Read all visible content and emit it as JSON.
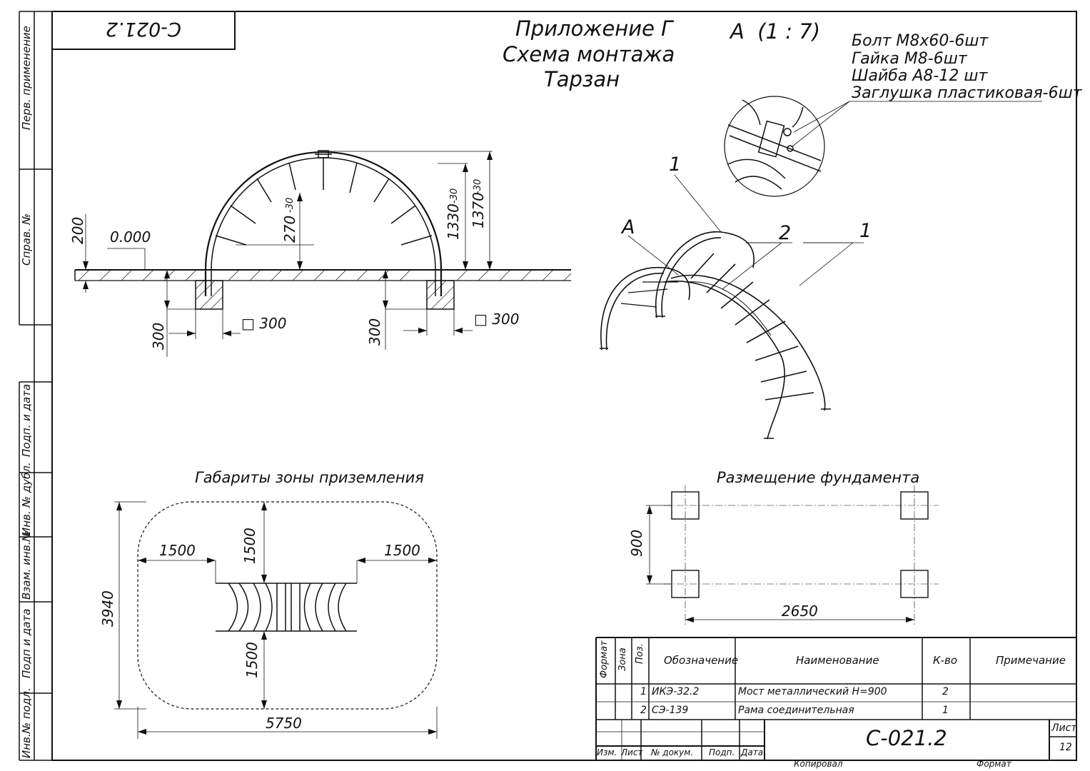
{
  "sheet": {
    "code_rotated": "С-021.2",
    "title_lines": [
      "Приложение Г",
      "Схема монтажа",
      "Тарзан"
    ],
    "detail_label": "А  (1 : 7)"
  },
  "side_strip": {
    "labels": [
      "Перв. применение",
      "Справ. №",
      "Подп. и дата",
      "Инв. № дубл.",
      "Взам. инв.№",
      "Подп и дата",
      "Инв.№ подл."
    ]
  },
  "hardware": {
    "items": [
      "Болт М8х60-6шт",
      "Гайка М8-6шт",
      "Шайба А8-12 шт",
      "Заглушка пластиковая-6шт"
    ]
  },
  "elevation": {
    "dim_200": "200",
    "level": "0.000",
    "dim_270": "270",
    "tol_270": "-30",
    "dim_1330": "1330",
    "tol_1330": "-30",
    "dim_1370": "1370",
    "tol_1370": "-30",
    "dim_300_left": "300",
    "square_300_left": "□ 300",
    "dim_300_right": "300",
    "square_300_right": "□ 300"
  },
  "iso": {
    "pos_1_top": "1",
    "pos_2": "2",
    "pos_1_right": "1",
    "label_a": "А"
  },
  "landing_zone": {
    "title": "Габариты зоны приземления",
    "dim_left": "1500",
    "dim_top": "1500",
    "dim_right": "1500",
    "dim_bottom": "1500",
    "dim_height": "3940",
    "dim_width": "5750"
  },
  "foundation": {
    "title": "Размещение фундамента",
    "dim_900": "900",
    "dim_2650": "2650"
  },
  "spec_table": {
    "headers": [
      "Формат",
      "Зона",
      "Поз.",
      "Обозначение",
      "Наименование",
      "К-во",
      "Примечание"
    ],
    "rows": [
      {
        "pos": "1",
        "designation": "ИКЭ-32.2",
        "name": "Мост металлический Н=900",
        "qty": "2"
      },
      {
        "pos": "2",
        "designation": "СЭ-139",
        "name": "Рама соединительная",
        "qty": "1"
      }
    ]
  },
  "title_block": {
    "doc_number": "С-021.2",
    "sheet_label": "Лист",
    "sheet_number": "12",
    "cols": [
      "Изм.",
      "Лист",
      "№ докум.",
      "Подп.",
      "Дата"
    ],
    "copied": "Копировал",
    "format": "Формат"
  }
}
